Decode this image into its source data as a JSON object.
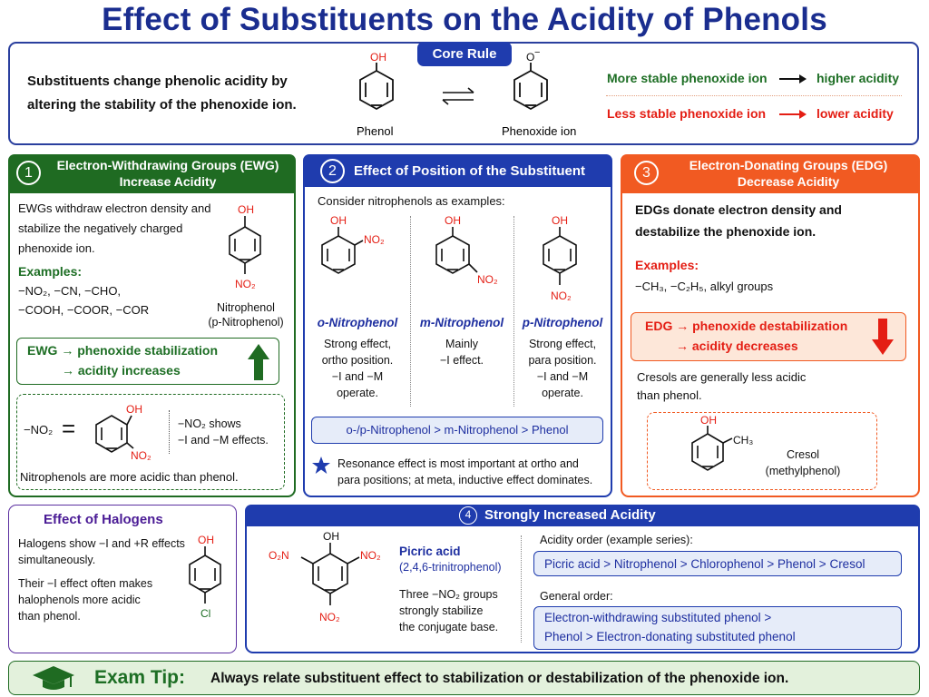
{
  "title": "Effect of Substituents on the Acidity of Phenols",
  "core": {
    "label": "Core Rule",
    "text_line1": "Substituents change phenolic acidity by",
    "text_line2": "altering the stability of the phenoxide ion.",
    "phenol_oh": "OH",
    "phenol_label": "Phenol",
    "phenoxide_o": "O",
    "phenoxide_charge": "−",
    "phenoxide_label": "Phenoxide ion",
    "rule1_left": "More stable phenoxide ion",
    "rule1_right": "higher acidity",
    "rule2_left": "Less stable phenoxide ion",
    "rule2_right": "lower acidity"
  },
  "ewg": {
    "num": "1",
    "header_line1": "Electron-Withdrawing Groups (EWG)",
    "header_line2": "Increase Acidity",
    "desc_line1": "EWGs withdraw electron density and",
    "desc_line2": "stabilize the negatively charged",
    "desc_line3": "phenoxide ion.",
    "examples_label": "Examples:",
    "examples_line1": "−NO₂, −CN, −CHO,",
    "examples_line2": "−COOH, −COOR, −COR",
    "mol_oh": "OH",
    "mol_no2": "NO₂",
    "mol_label1": "Nitrophenol",
    "mol_label2": "(p-Nitrophenol)",
    "callout_line1": "EWG → phenoxide stabilization",
    "callout_line2": "→ acidity increases",
    "nitro_group": "−NO₂",
    "equals": "=",
    "inset_oh": "OH",
    "inset_no2": "NO₂",
    "shows_line1": "−NO₂ shows",
    "shows_line2": "−I and −M effects.",
    "footer": "Nitrophenols are more acidic than phenol."
  },
  "position": {
    "num": "2",
    "header": "Effect of Position of the Substituent",
    "intro": "Consider nitrophenols as examples:",
    "ortho": {
      "oh": "OH",
      "no2": "NO₂",
      "name": "o-Nitrophenol",
      "l1": "Strong effect,",
      "l2": "ortho position.",
      "l3": "−I and −M",
      "l4": "operate."
    },
    "meta": {
      "oh": "OH",
      "no2": "NO₂",
      "name": "m-Nitrophenol",
      "l1": "Mainly",
      "l2": "−I effect."
    },
    "para": {
      "oh": "OH",
      "no2": "NO₂",
      "name": "p-Nitrophenol",
      "l1": "Strong effect,",
      "l2": "para position.",
      "l3": "−I and −M",
      "l4": "operate."
    },
    "order": "o-/p-Nitrophenol > m-Nitrophenol > Phenol",
    "note_line1": "Resonance effect is most important at ortho and",
    "note_line2": "para positions; at meta, inductive effect dominates."
  },
  "edg": {
    "num": "3",
    "header_line1": "Electron-Donating Groups (EDG)",
    "header_line2": "Decrease Acidity",
    "desc_line1": "EDGs donate electron density and",
    "desc_line2": "destabilize the phenoxide ion.",
    "examples_label": "Examples:",
    "examples": "−CH₃, −C₂H₅, alkyl groups",
    "callout_line1": "EDG → phenoxide destabilization",
    "callout_line2": "→ acidity decreases",
    "cresol_line1": "Cresols are generally less acidic",
    "cresol_line2": "than phenol.",
    "mol_oh": "OH",
    "mol_ch3": "CH₃",
    "mol_label1": "Cresol",
    "mol_label2": "(methylphenol)"
  },
  "halogens": {
    "header": "Effect of Halogens",
    "l1": "Halogens show −I and +R effects",
    "l2": "simultaneously.",
    "l3": "Their −I effect often makes",
    "l4": "halophenols more acidic",
    "l5": "than phenol.",
    "mol_oh": "OH",
    "mol_cl": "Cl"
  },
  "strong": {
    "num": "4",
    "header": "Strongly Increased Acidity",
    "mol_oh": "OH",
    "mol_no2_left": "O₂N",
    "mol_no2_right": "NO₂",
    "mol_no2_bottom": "NO₂",
    "picric_name": "Picric acid",
    "picric_sub": "(2,4,6-trinitrophenol)",
    "three_l1": "Three −NO₂ groups",
    "three_l2": "strongly stabilize",
    "three_l3": "the conjugate base.",
    "acid_order_label": "Acidity order (example series):",
    "acid_order": "Picric acid > Nitrophenol > Chlorophenol > Phenol > Cresol",
    "general_label": "General order:",
    "general_line1": "Electron-withdrawing substituted phenol >",
    "general_line2": "Phenol > Electron-donating substituted phenol"
  },
  "tip": {
    "label": "Exam Tip:",
    "text": "Always relate substituent effect to stabilization or destabilization of the phenoxide ion."
  },
  "colors": {
    "title": "#1a2d8f",
    "ewg": "#1f6b22",
    "position": "#1f3cae",
    "edg": "#f15a22",
    "accent_red": "#e41e14"
  }
}
